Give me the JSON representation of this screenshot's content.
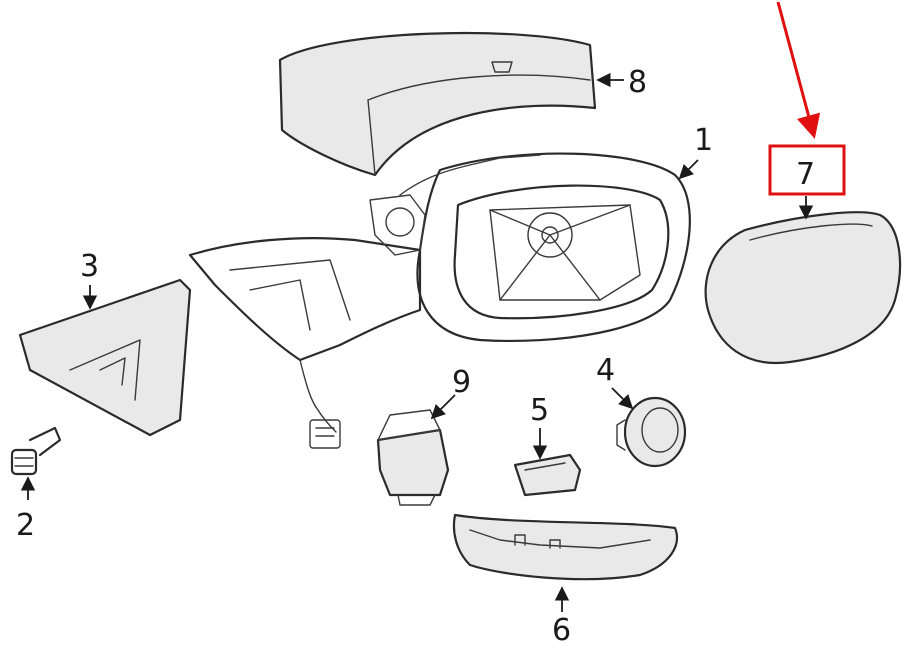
{
  "diagram": {
    "callouts": [
      {
        "id": "c1",
        "label": "1"
      },
      {
        "id": "c2",
        "label": "2"
      },
      {
        "id": "c3",
        "label": "3"
      },
      {
        "id": "c4",
        "label": "4"
      },
      {
        "id": "c5",
        "label": "5"
      },
      {
        "id": "c6",
        "label": "6"
      },
      {
        "id": "c7",
        "label": "7"
      },
      {
        "id": "c8",
        "label": "8"
      },
      {
        "id": "c9",
        "label": "9"
      }
    ],
    "highlighted_callout": "7",
    "colors": {
      "highlight": "#e01010",
      "line": "#2b2b2b"
    }
  }
}
